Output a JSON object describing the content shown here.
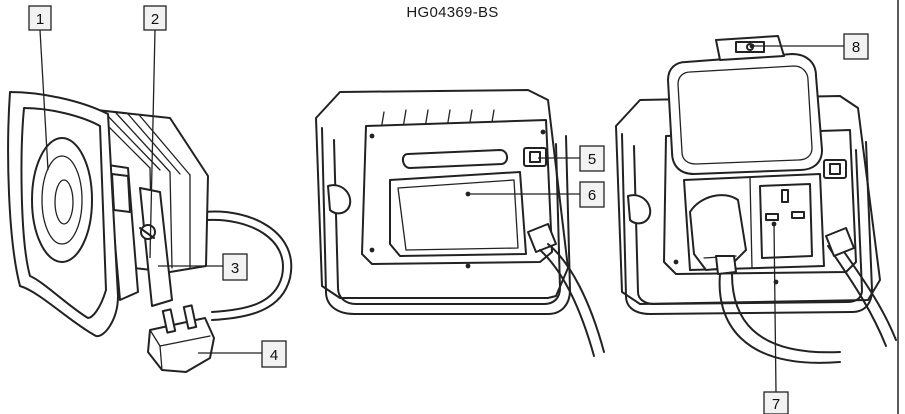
{
  "model_code": "HG04369-BS",
  "callouts": [
    {
      "id": "1",
      "label": "1"
    },
    {
      "id": "2",
      "label": "2"
    },
    {
      "id": "3",
      "label": "3"
    },
    {
      "id": "4",
      "label": "4"
    },
    {
      "id": "5",
      "label": "5"
    },
    {
      "id": "6",
      "label": "6"
    },
    {
      "id": "7",
      "label": "7"
    },
    {
      "id": "8",
      "label": "8"
    }
  ]
}
